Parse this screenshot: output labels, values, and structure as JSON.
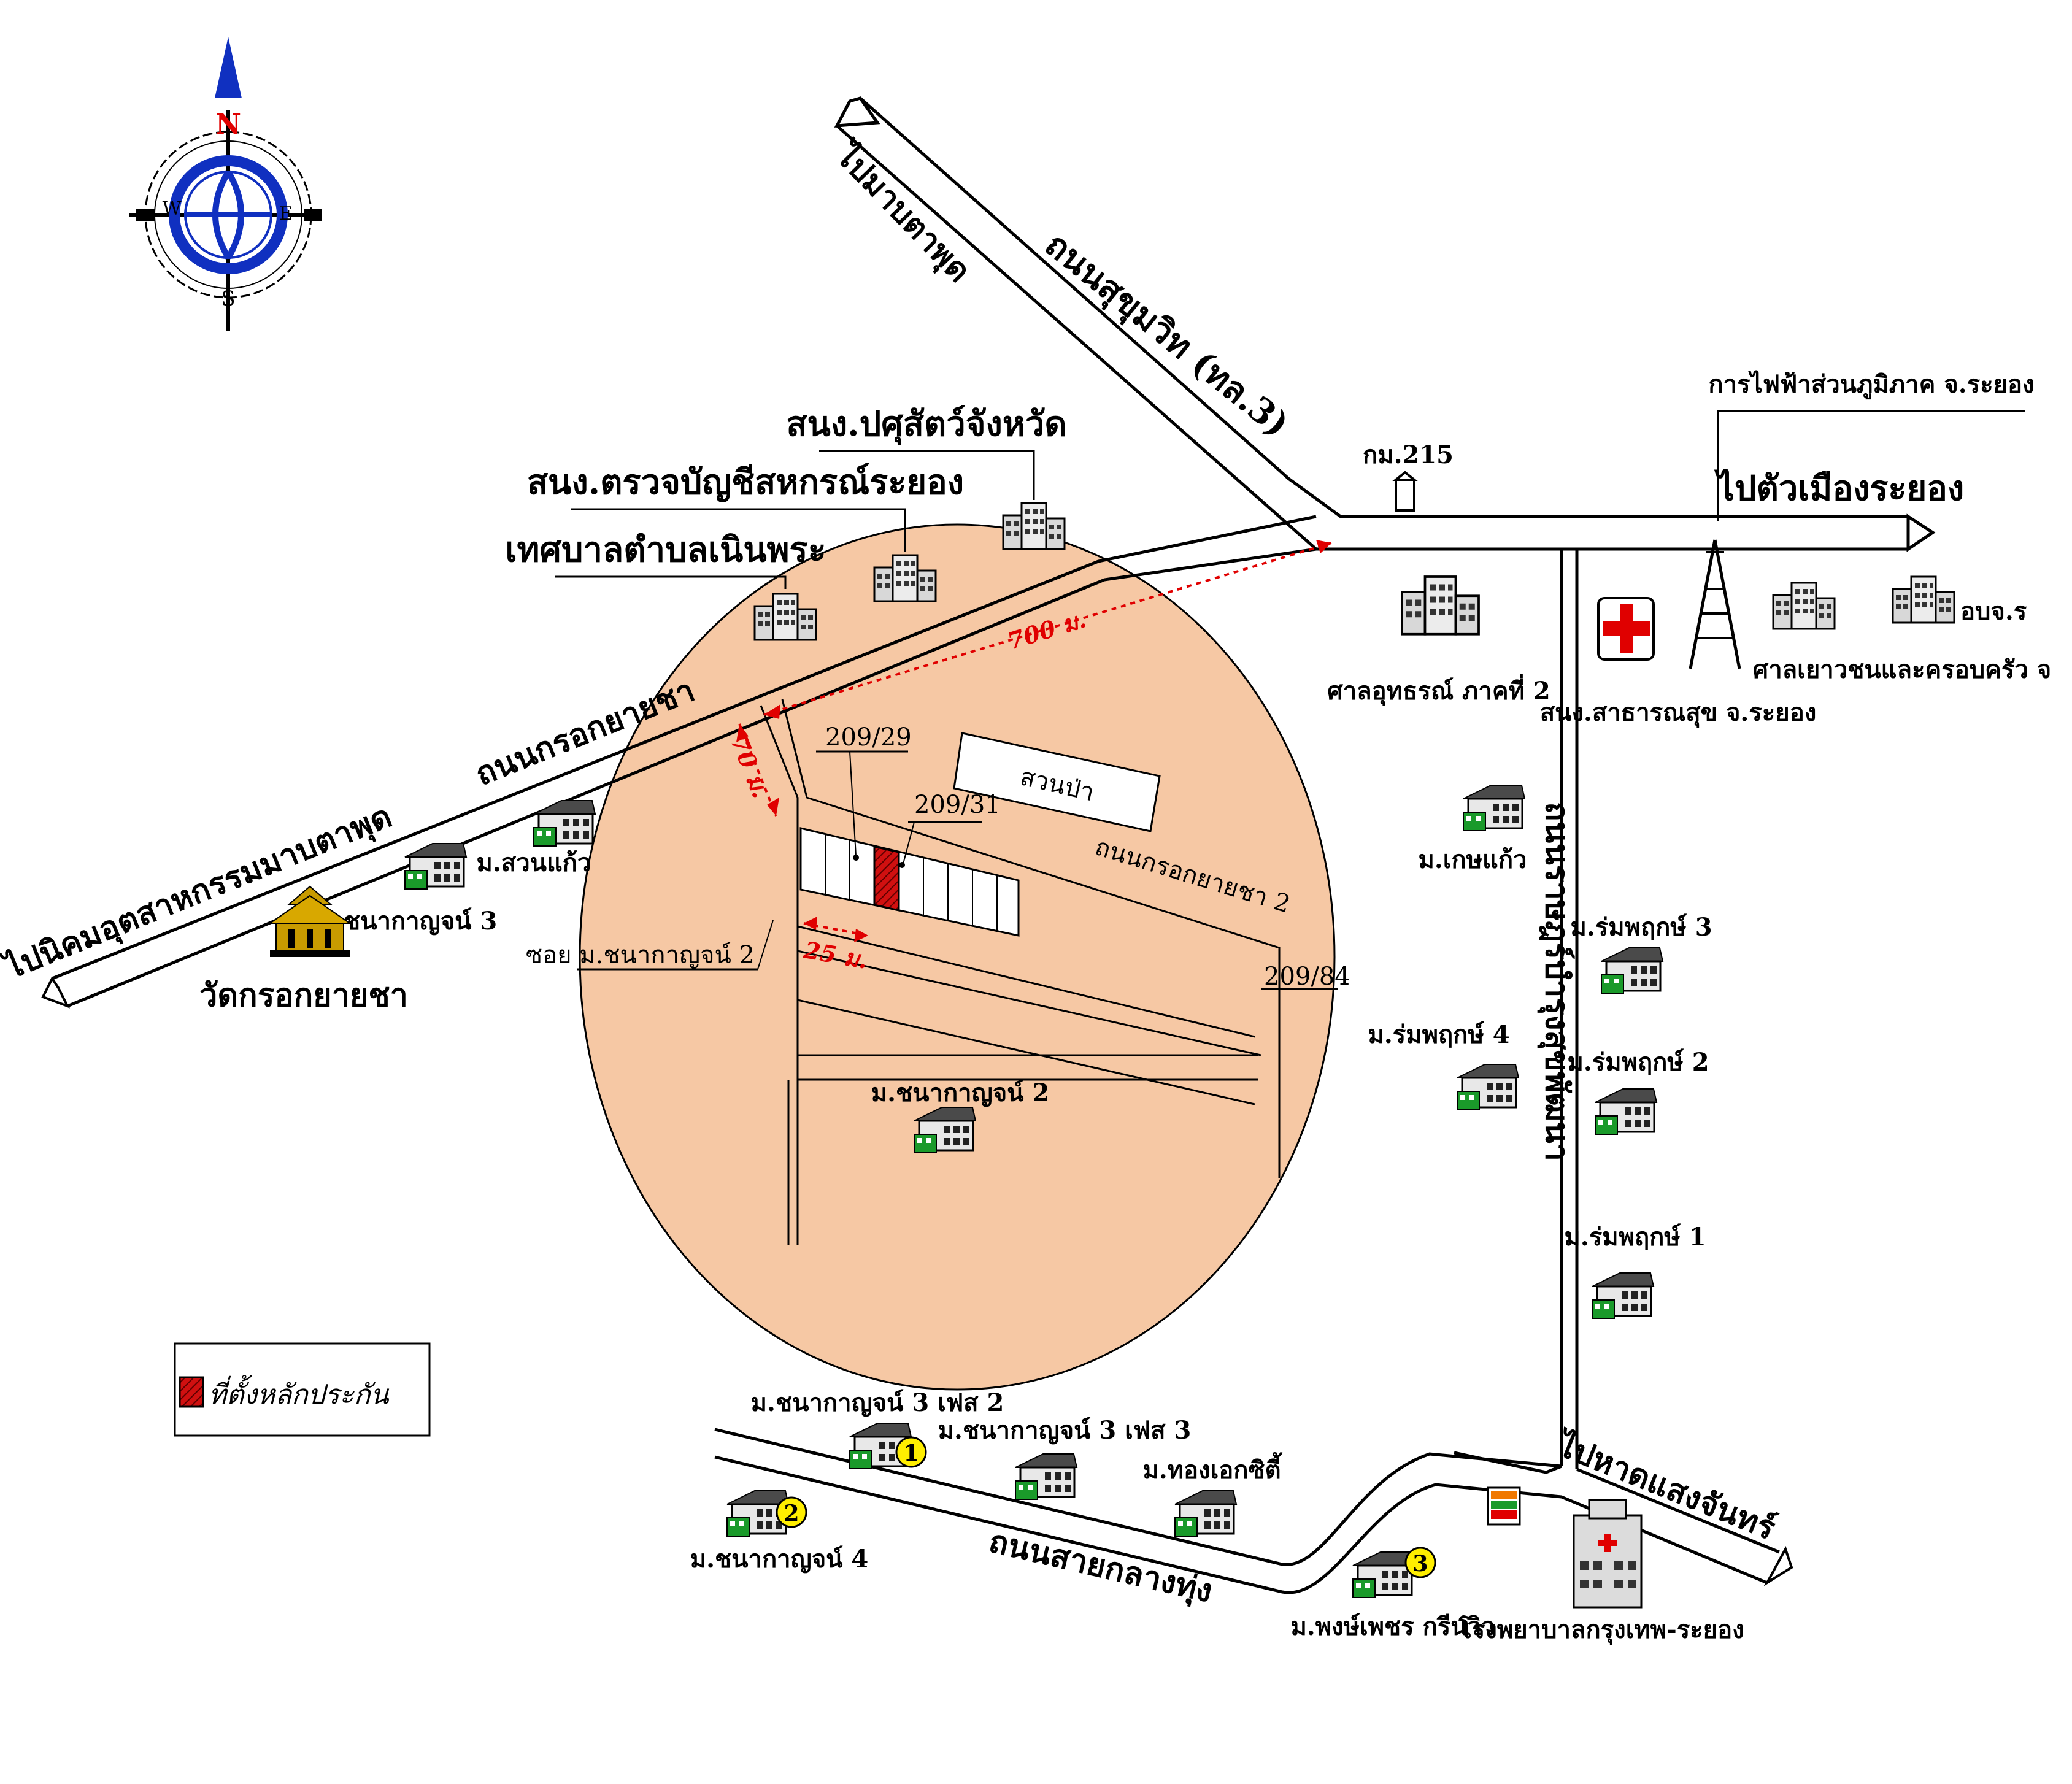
{
  "compass": {
    "north": "N",
    "south": "S",
    "east": "E",
    "west": "W"
  },
  "roads": {
    "sukhumvit": "ถนนสุขุมวิท (ทล.3)",
    "to_map_ta_phut": "ไปมาบตาพุด",
    "to_rayong_city": "ไปตัวเมืองระยอง",
    "krok_yai_cha": "ถนนกรอกยายชา",
    "krok_yai_cha_2": "ถนนกรอกยายชา 2",
    "to_industrial_estate": "ไปนิคมอุตสาหกรรมมาบตาพุด",
    "soi_chanakan_2": "ซอย ม.ชนากาญจน์ 2",
    "sai_klang_thung": "ถนนสายกลางทุ่ง",
    "to_saeng_chan_beach": "ไปหาดแสงจันทร์",
    "vertical_road": "ถนนราษฎร์บำรุงสุขพัฒนา"
  },
  "landmarks": {
    "km_marker": "กม.215",
    "pea": "การไฟฟ้าส่วนภูมิภาค จ.ระยอง",
    "livestock_office": "สนง.ปศุสัตว์จังหวัด",
    "coop_audit_office": "สนง.ตรวจบัญชีสหกรณ์ระยอง",
    "municipality": "เทศบาลตำบลเนินพระ",
    "appeal_court": "ศาลอุทธรณ์ ภาคที่ 2",
    "public_health": "สนง.สาธารณสุข จ.ระยอง",
    "youth_court": "ศาลเยาวชนและครอบครัว จ",
    "pao": "อบจ.ร",
    "park": "สวนป่า",
    "temple": "วัดกรอกยายชา",
    "hospital": "โรงพยาบาลกรุงเทพ-ระยอง"
  },
  "villages": {
    "suan_kaew": "ม.สวนแก้ว",
    "chanakan_3": "ม.ชนากาญจน์ 3",
    "chanakan_2": "ม.ชนากาญจน์ 2",
    "ket_kaew": "ม.เกษแก้ว",
    "romphruek_3": "ม.ร่มพฤกษ์ 3",
    "romphruek_4": "ม.ร่มพฤกษ์ 4",
    "romphruek_2": "ม.ร่มพฤกษ์ 2",
    "romphruek_1": "ม.ร่มพฤกษ์ 1",
    "chanakan_3_phase_2": "ม.ชนากาญจน์ 3 เฟส 2",
    "chanakan_3_phase_3": "ม.ชนากาญจน์ 3 เฟส 3",
    "thong_ek_city": "ม.ทองเอกซิตี้",
    "chanakan_4": "ม.ชนากาญจน์ 4",
    "phongphet_green_view": "ม.พงษ์เพชร กรีนวิว"
  },
  "plots": {
    "p1": "209/29",
    "p2": "209/31",
    "p3": "209/84"
  },
  "distances": {
    "d700": "700 ม.",
    "d70": "70 ม.",
    "d25": "25 ม."
  },
  "markers": {
    "m1": "1",
    "m2": "2",
    "m3": "3"
  },
  "legend": {
    "collateral": "ที่ตั้งหลักประกัน"
  },
  "colors": {
    "radius_fill": "#f6c8a4",
    "compass_blue": "#1030c0",
    "collateral_red": "#d01010",
    "distance_red": "#e00000",
    "marker_yellow": "#ffee00"
  }
}
